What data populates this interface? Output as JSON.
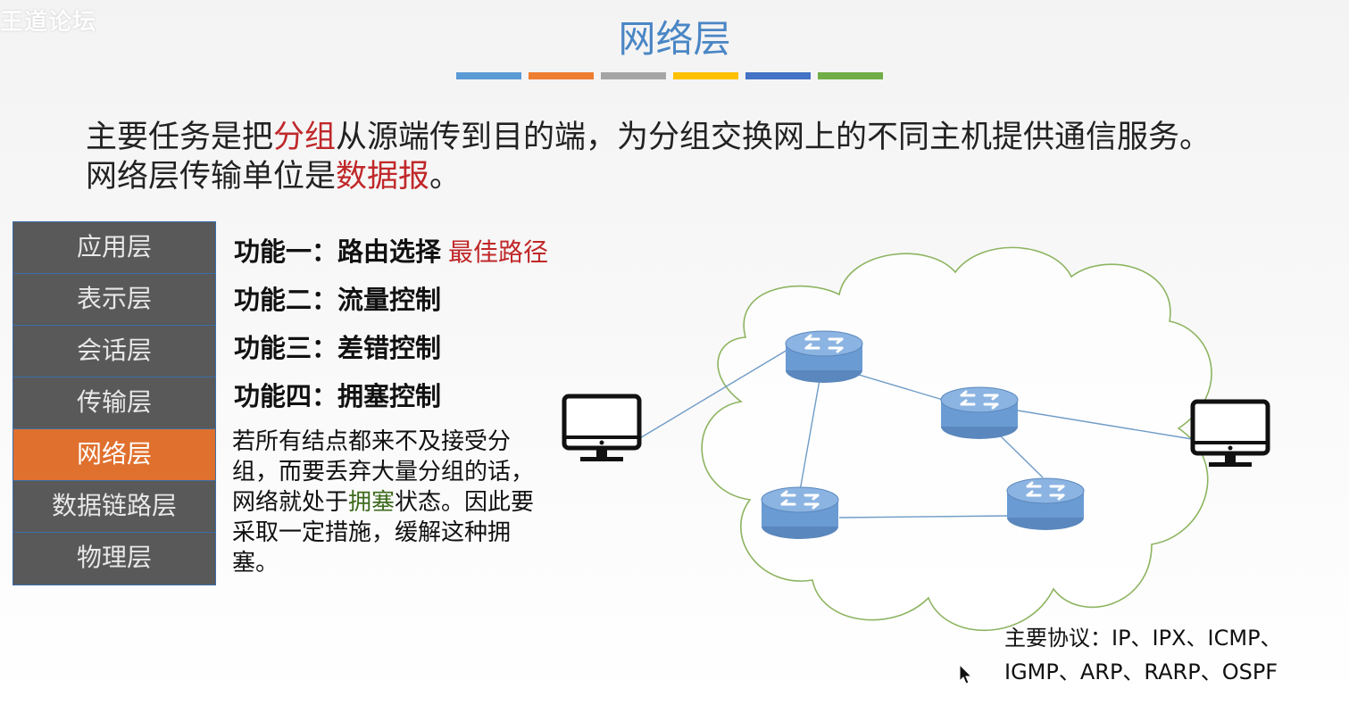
{
  "watermark": "王道论坛",
  "title": "网络层",
  "title_color": "#4a86c5",
  "color_bars": [
    "#5b9bd5",
    "#ed7d31",
    "#a5a5a5",
    "#ffc000",
    "#4472c4",
    "#70ad47"
  ],
  "main_text": {
    "line1_a": "主要任务是把",
    "line1_hl": "分组",
    "line1_b": "从源端传到目的端，为分组交换网上的不同主机提供通信服务。",
    "line2_a": "网络层传输单位是",
    "line2_hl": "数据报",
    "line2_b": "。"
  },
  "layers": [
    "应用层",
    "表示层",
    "会话层",
    "传输层",
    "网络层",
    "数据链路层",
    "物理层"
  ],
  "active_layer": "网络层",
  "functions": [
    {
      "label": "功能一：路由选择",
      "note": "最佳路径"
    },
    {
      "label": "功能二：流量控制",
      "note": ""
    },
    {
      "label": "功能三：差错控制",
      "note": ""
    },
    {
      "label": "功能四：拥塞控制",
      "note": ""
    }
  ],
  "description": {
    "a": "若所有结点都来不及接受分组，而要丢弃大量分组的话，网络就处于",
    "green": "拥塞",
    "b": "状态。因此要采取一定措施，缓解这种拥塞。"
  },
  "protocols": {
    "line1": "主要协议：IP、IPX、ICMP、",
    "line2": "IGMP、ARP、RARP、OSPF"
  },
  "colors": {
    "highlight_red": "#c0282a",
    "highlight_green": "#3e6b1e",
    "layer_bg": "#595959",
    "layer_active": "#e0702e",
    "router": "#6a9bd3",
    "cloud_stroke": "#8db460"
  },
  "icons": [
    "computer-monitor-icon",
    "router-icon",
    "cloud-shape",
    "mouse-cursor-icon"
  ]
}
